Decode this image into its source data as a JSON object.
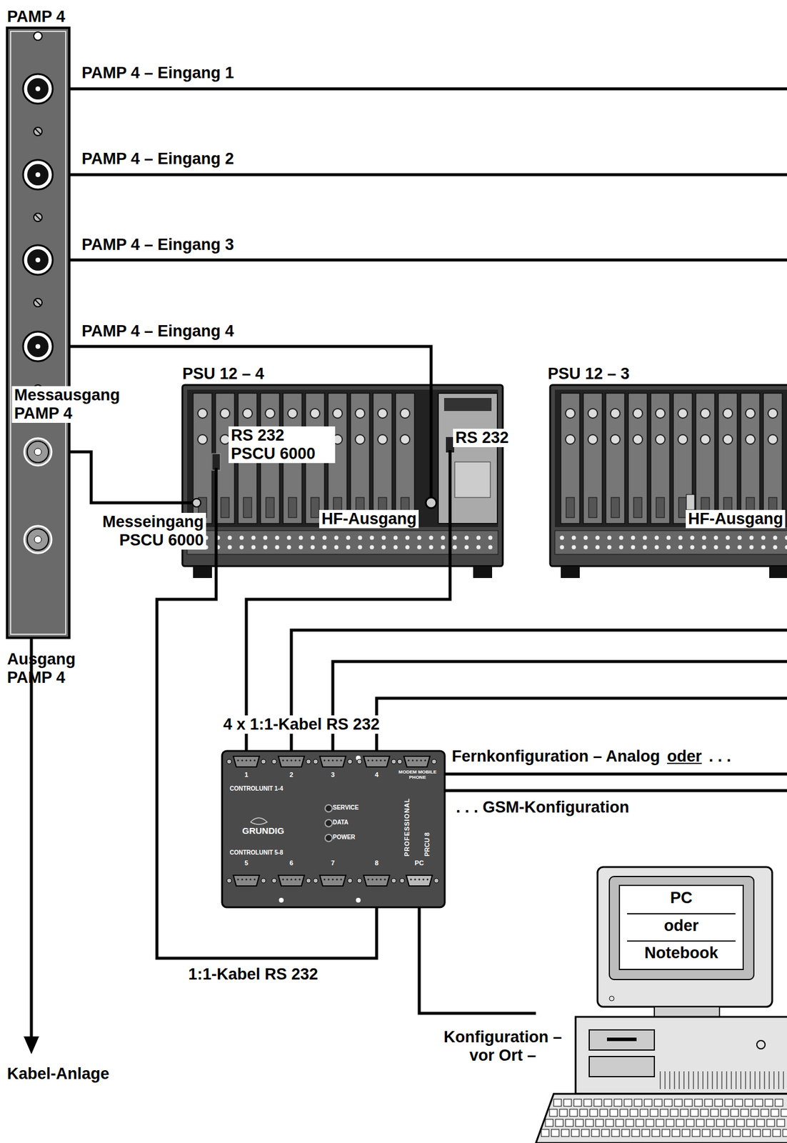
{
  "diagram": {
    "nodes": [
      {
        "text": [
          "PAMP 4"
        ]
      },
      {
        "text": [
          "PSU 12 – 4"
        ]
      },
      {
        "text": [
          "PSU 12 – 3"
        ]
      },
      {
        "text": [
          "GRUNDIG",
          "PROFESSIONAL",
          "PRCU 8"
        ]
      },
      {
        "text": [
          "PC",
          "oder",
          "Notebook"
        ]
      }
    ],
    "edges": [
      {
        "from": 0,
        "to": 1,
        "arrow": "none"
      },
      {
        "from": 0,
        "to": 1,
        "arrow": "none"
      },
      {
        "from": 1,
        "to": 3,
        "label": "1:1-Kabel RS 232",
        "arrow": "none"
      },
      {
        "from": 1,
        "to": 3,
        "arrow": "none"
      },
      {
        "from": 4,
        "to": 3,
        "label": "Konfiguration – vor Ort –",
        "arrow": "none"
      }
    ],
    "labels": [
      "PAMP 4 – Eingang 1",
      "PAMP 4 – Eingang 2",
      "PAMP 4 – Eingang 3",
      "PAMP 4 – Eingang 4",
      "Messausgang PAMP 4",
      "Messeingang PSCU 6000",
      "RS 232 PSCU 6000",
      "RS 232",
      "HF-Ausgang",
      "HF-Ausgang",
      "Ausgang PAMP 4",
      "Kabel-Anlage",
      "4 x 1:1-Kabel RS 232",
      "Fernkonfiguration – Analog",
      "oder",
      ". . .",
      ". . . GSM-Konfiguration",
      "1",
      "2",
      "3",
      "4",
      "MODEM MOBILE PHONE",
      "CONTROLUNIT 1-4",
      "SERVICE",
      "DATA",
      "POWER",
      "CONTROLUNIT 5-8",
      "5",
      "6",
      "7",
      "8",
      "PC"
    ]
  }
}
